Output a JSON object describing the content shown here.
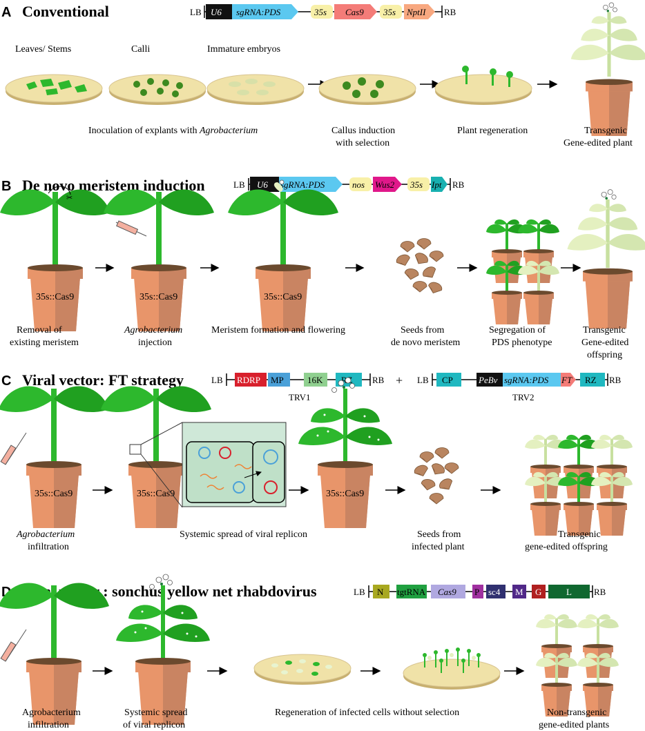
{
  "panels": {
    "A": {
      "letter": "A",
      "title": "Conventional",
      "construct": {
        "lb": "LB",
        "rb": "RB",
        "u6": "U6",
        "sgrna": "sgRNA:PDS",
        "p1": "35s",
        "cas9": "Cas9",
        "p2": "35s",
        "npt": "NptII"
      },
      "labels": {
        "leaves": "Leaves/ Stems",
        "calli": "Calli",
        "embryos": "Immature embryos"
      },
      "captions": {
        "inoc_pre": "Inoculation of explants with ",
        "inoc_italic": "Agrobacterium",
        "callus1": "Callus induction",
        "callus2": "with selection",
        "regen": "Plant regeneration",
        "trans1": "Transgenic",
        "trans2": "Gene-edited plant"
      }
    },
    "B": {
      "letter": "B",
      "title": "De novo meristem induction",
      "construct": {
        "lb": "LB",
        "rb": "RB",
        "u6": "U6",
        "sgrna": "sgRNA:PDS",
        "nos": "nos",
        "wus": "Wus2",
        "p35": "35s",
        "ipt": "Ipt"
      },
      "pot_label": "35s::Cas9",
      "captions": {
        "removal1": "Removal of",
        "removal2": "existing meristem",
        "agro_italic": "Agrobacterium",
        "agro2": "injection",
        "merist": "Meristem formation and flowering",
        "seeds1": "Seeds from",
        "seeds2": "de novo meristem",
        "seg1": "Segregation of",
        "seg2": "PDS phenotype",
        "trans1": "Transgenic",
        "trans2": "Gene-edited",
        "trans3": "offspring"
      }
    },
    "C": {
      "letter": "C",
      "title": "Viral vector: FT strategy",
      "trv1": {
        "lb": "LB",
        "rb": "RB",
        "rdrp": "RDRP",
        "mp": "MP",
        "k16": "16K",
        "rz": "RZ",
        "name": "TRV1"
      },
      "plus": "+",
      "trv2": {
        "lb": "LB",
        "rb": "RB",
        "cp": "CP",
        "pebv": "PeBv",
        "sgrna": "sgRNA:PDS",
        "ft": "FT",
        "rz": "RZ",
        "name": "TRV2"
      },
      "pot_label": "35s::Cas9",
      "captions": {
        "agro_italic": "Agrobacterium",
        "agro2": "infiltration",
        "spread": "Systemic spread of viral replicon",
        "seeds1": "Seeds from",
        "seeds2": "infected plant",
        "trans1": "Transgenic",
        "trans2": "gene-edited offspring"
      }
    },
    "D": {
      "letter": "D",
      "title": "Viral vector : sonchus yellow net rhabdovirus",
      "construct": {
        "lb": "LB",
        "rb": "RB",
        "n": "N",
        "tgtrna": "tgtRNA",
        "cas9": "Cas9",
        "p": "P",
        "sc4": "sc4",
        "m": "M",
        "g": "G",
        "l": "L"
      },
      "captions": {
        "agro1": "Agrobacterium",
        "agro2": "infiltration",
        "spread1": "Systemic spread",
        "spread2": "of viral replicon",
        "regen": "Regeneration of infected cells without selection",
        "non1": "Non-transgenic",
        "non2": "gene-edited plants"
      }
    }
  },
  "colors": {
    "u6": "#111111",
    "sgrna": "#5bc8f0",
    "promoter": "#f8f0a8",
    "cas9": "#f47c78",
    "npt": "#f8a880",
    "wus": "#e0188a",
    "ipt": "#18b0b0",
    "rdrp": "#d8202c",
    "mp": "#4aa0d8",
    "k16": "#90d090",
    "rz": "#20b8c0",
    "cp": "#20b8c0",
    "ft": "#f47c78",
    "n": "#a8a820",
    "tgtrna": "#20a040",
    "cas9d": "#b0a8e0",
    "p": "#a030a0",
    "sc4": "#303070",
    "m": "#502888",
    "g": "#b02020",
    "l": "#106830",
    "pot": "#e8956a",
    "pot_dark": "#c87a58",
    "leaf": "#2db82d",
    "pale": "#e4f0c0",
    "dish": "#f0e2a8",
    "seed": "#b98560"
  }
}
